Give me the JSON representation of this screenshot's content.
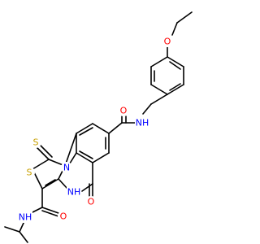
{
  "molecule": {
    "atoms": [
      {
        "id": "o_ether",
        "symbol": "O",
        "color": "#ff0000"
      },
      {
        "id": "n_amide_top",
        "symbol": "NH",
        "color": "#0000ff"
      },
      {
        "id": "o_amide_top",
        "symbol": "O",
        "color": "#ff0000"
      },
      {
        "id": "s_thione",
        "symbol": "S",
        "color": "#c8a000"
      },
      {
        "id": "s_ring",
        "symbol": "S",
        "color": "#c8a000"
      },
      {
        "id": "n_ring",
        "symbol": "N",
        "color": "#0000ff"
      },
      {
        "id": "nh_ring",
        "symbol": "NH",
        "color": "#0000ff"
      },
      {
        "id": "o_lactam",
        "symbol": "O",
        "color": "#ff0000"
      },
      {
        "id": "o_amide_bottom",
        "symbol": "O",
        "color": "#ff0000"
      },
      {
        "id": "n_amide_bottom",
        "symbol": "NH",
        "color": "#0000ff"
      }
    ]
  }
}
